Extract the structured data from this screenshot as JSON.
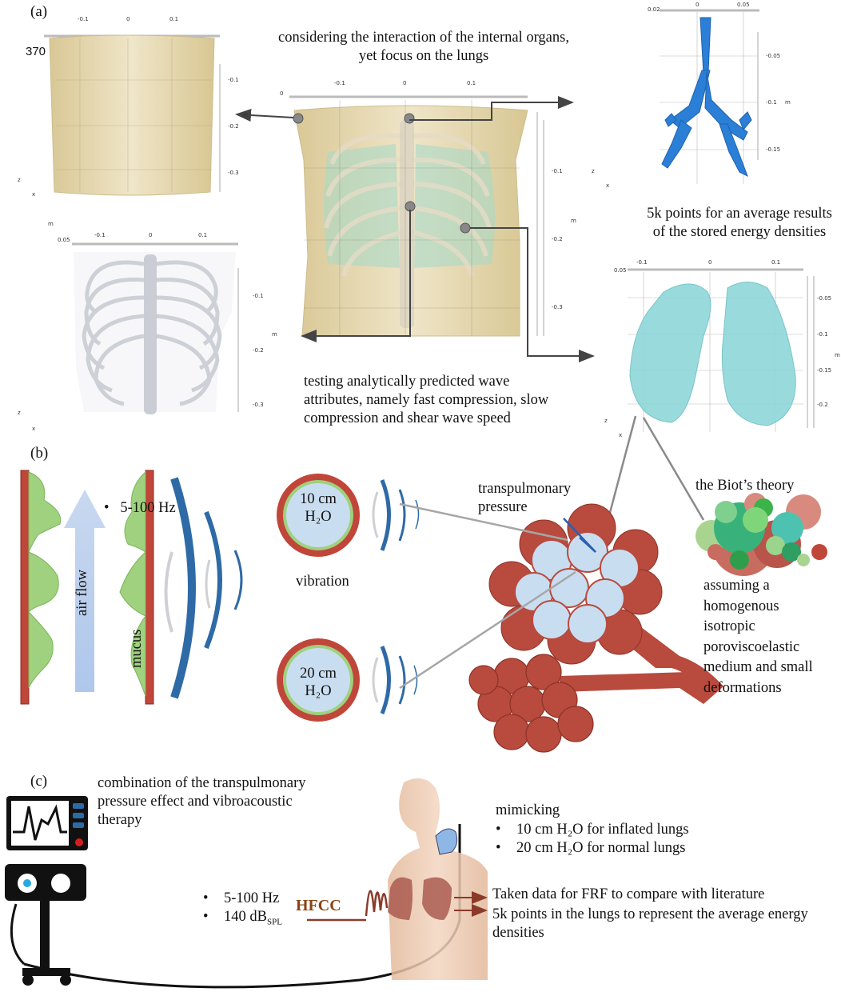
{
  "panels": {
    "a": "(a)",
    "b": "(b)",
    "c": "(c)"
  },
  "panel_a": {
    "label_370": "370",
    "caption_top": "considering the interaction of the internal organs, yet focus on the lungs",
    "caption_energy": "5k points for an average results of the stored energy densities",
    "caption_wave": "testing analytically predicted wave attributes, namely fast compression, slow compression and shear wave speed",
    "unit_m": "m",
    "axis_ticks_skin": [
      "-0.1",
      "0",
      "0.1",
      "-0.1",
      "-0.2",
      "-0.3"
    ],
    "axis_ticks_bone": [
      "0.05",
      "-0.1",
      "0",
      "0.1",
      "-0.1",
      "-0.2",
      "-0.3"
    ],
    "axis_ticks_main": [
      "0",
      "-0.1",
      "0",
      "0.1",
      "-0.1",
      "-0.2",
      "-0.3"
    ],
    "axis_ticks_airway": [
      "0.02",
      "0",
      "0.05",
      "-0.05",
      "-0.1",
      "-0.15"
    ],
    "axis_ticks_lungs": [
      "0.05",
      "-0.1",
      "0",
      "0.1",
      "-0.05",
      "-0.1",
      "-0.15",
      "-0.2"
    ],
    "axis_labels": [
      "z",
      "x"
    ]
  },
  "panel_b": {
    "freq": "5-100 Hz",
    "air_flow": "air flow",
    "mucus": "mucus",
    "pressure_10": "10 cm",
    "pressure_20": "20 cm",
    "h2o": "H₂O",
    "vibration": "vibration",
    "transpulmonary": "transpulmonary pressure",
    "biot": "the Biot’s theory",
    "assumption": "assuming a homogenous isotropic poroviscoelastic medium and small deformations"
  },
  "panel_c": {
    "combination": "combination of the transpulmonary pressure effect and vibroacoustic therapy",
    "mimicking": "mimicking",
    "mimic_items": [
      "10 cm H₂O for inflated lungs",
      "20 cm H₂O for normal lungs"
    ],
    "stimulus_items": [
      "5-100 Hz",
      "140 dB"
    ],
    "spl_sub": "SPL",
    "hfcc": "HFCC",
    "output_1": "Taken data for FRF to compare with literature",
    "output_2": "5k points in the lungs to represent the average energy densities"
  },
  "colors": {
    "skin": "#e8dcb6",
    "lung_blue": "#8fd6d9",
    "airway_blue": "#2b7fd6",
    "alveoli_red": "#b84a3e",
    "alveoli_fill": "#c9ddf0",
    "mucus_green": "#9fd17f",
    "wall_red": "#c0463a",
    "wave_blue": "#2e6aa6",
    "arrow_gray": "#444444"
  }
}
